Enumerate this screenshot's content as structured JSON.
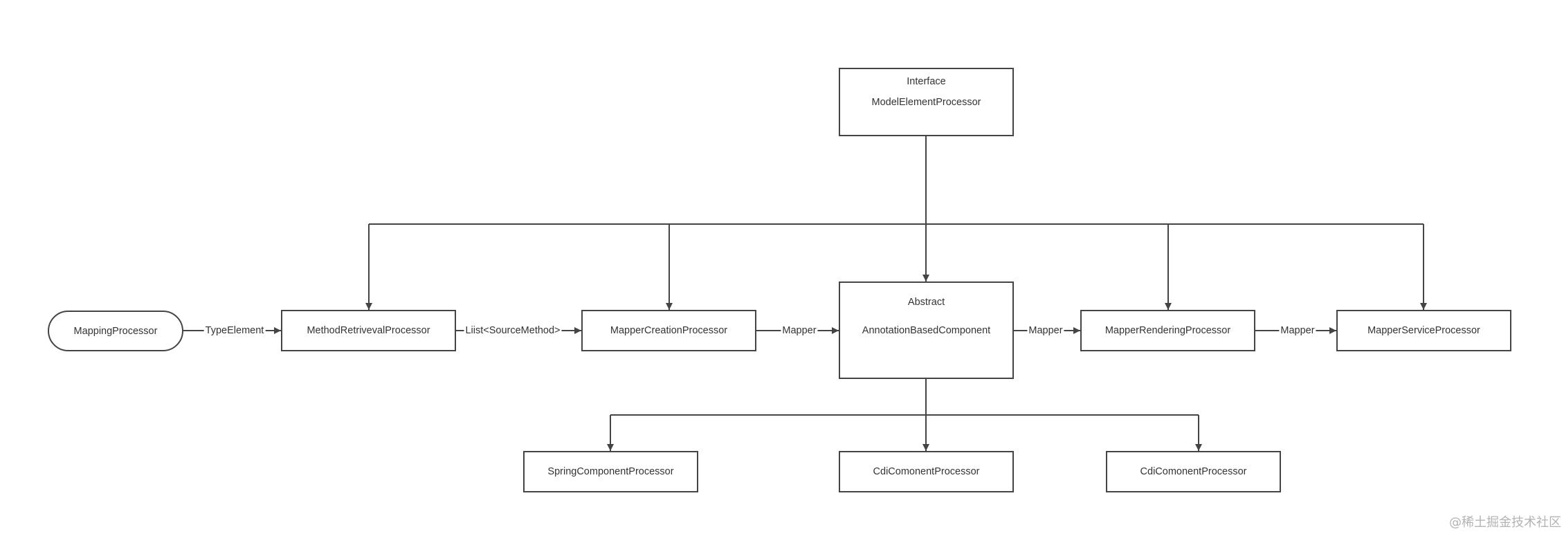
{
  "diagram": {
    "nodes": {
      "mapping_processor": "MappingProcessor",
      "interface_processor": {
        "stereotype": "Interface",
        "name": "ModelElementProcessor"
      },
      "method_retrieval": "MethodRetrivevalProcessor",
      "mapper_creation": "MapperCreationProcessor",
      "abstract_component": {
        "stereotype": "Abstract",
        "name": "AnnotationBasedComponent"
      },
      "mapper_rendering": "MapperRenderingProcessor",
      "mapper_service": "MapperServiceProcessor",
      "spring_component": "SpringComponentProcessor",
      "cdi_component_1": "CdiComonentProcessor",
      "cdi_component_2": "CdiComonentProcessor"
    },
    "edges": {
      "type_element": "TypeElement",
      "source_method_list": "Liist<SourceMethod>",
      "mapper_1": "Mapper",
      "mapper_2": "Mapper",
      "mapper_3": "Mapper"
    },
    "colors": {
      "line": "#444444",
      "text": "#333333",
      "background": "#ffffff",
      "watermark": "#b3b3b3"
    }
  },
  "watermark": "@稀土掘金技术社区"
}
